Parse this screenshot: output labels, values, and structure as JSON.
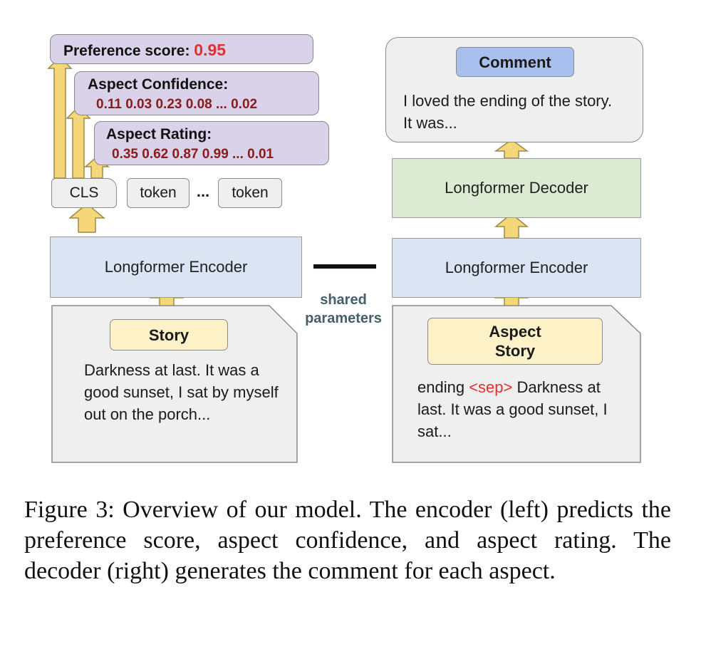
{
  "encoder_side": {
    "preference": {
      "label": "Preference score:",
      "value": "0.95"
    },
    "aspect_confidence": {
      "label": "Aspect Confidence:",
      "values": "0.11 0.03 0.23 0.08 ... 0.02"
    },
    "aspect_rating": {
      "label": "Aspect Rating:",
      "values": "0.35 0.62 0.87 0.99 ... 0.01"
    },
    "tokens": {
      "cls": "CLS",
      "token1": "token",
      "ellipsis": "...",
      "token2": "token"
    },
    "encoder_label": "Longformer Encoder",
    "input": {
      "chip": "Story",
      "text": "Darkness at last.  It was a good sunset, I sat by myself out on the porch..."
    }
  },
  "shared": {
    "line1": "shared",
    "line2": "parameters"
  },
  "decoder_side": {
    "output": {
      "chip": "Comment",
      "text": "I loved the ending of the story. It was..."
    },
    "decoder_label": "Longformer Decoder",
    "encoder_label": "Longformer Encoder",
    "input": {
      "chip_line1": "Aspect",
      "chip_line2": "Story",
      "text_before": "ending ",
      "sep": "<sep>",
      "text_after": " Darkness at last.  It was a good sunset, I sat..."
    }
  },
  "caption": "Figure 3: Overview of our model. The encoder (left) predicts the preference score, aspect confidence, and aspect rating. The decoder (right) generates the comment for each aspect.",
  "colors": {
    "arrow_fill": "#f5d77a",
    "arrow_stroke": "#9a8a4a",
    "output_box": "#d9d2e9",
    "encoder": "#dae4f3",
    "decoder": "#dcead3",
    "sep": "#e03030",
    "values": "#8b1a1a"
  }
}
